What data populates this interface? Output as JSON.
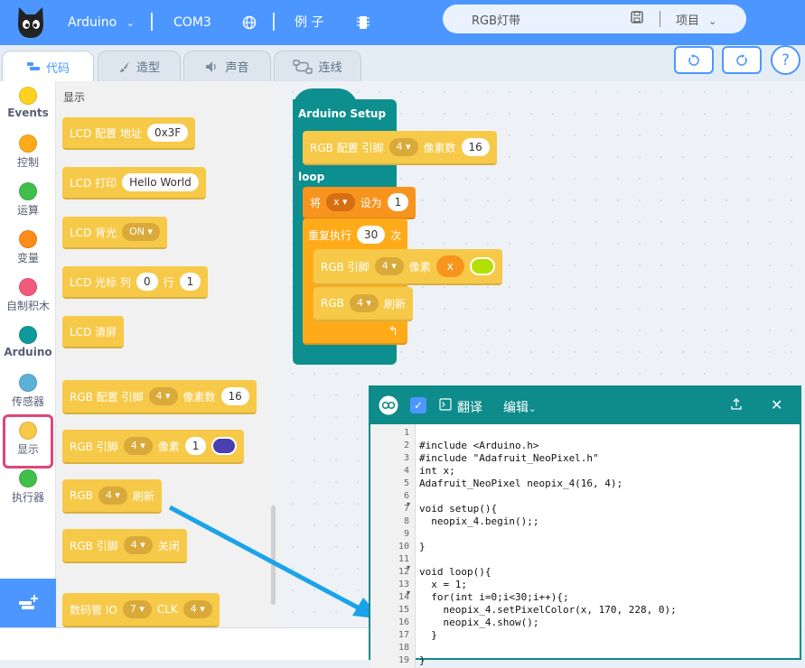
{
  "header": {
    "board": "Arduino",
    "port": "COM3",
    "examples": "例 子",
    "project_name": "RGB灯带",
    "project_menu": "项目"
  },
  "tabs": [
    {
      "label": "代码",
      "icon": "code-icon"
    },
    {
      "label": "造型",
      "icon": "brush-icon"
    },
    {
      "label": "声音",
      "icon": "speaker-icon"
    },
    {
      "label": "连线",
      "icon": "wiring-icon"
    }
  ],
  "toolbar": {
    "undo": "↶",
    "redo": "↷",
    "help": "?"
  },
  "categories": [
    {
      "label": "Events",
      "color": "#ffd21f"
    },
    {
      "label": "控制",
      "color": "#ffab19"
    },
    {
      "label": "运算",
      "color": "#40bf4a"
    },
    {
      "label": "变量",
      "color": "#ff8c1a"
    },
    {
      "label": "自制积木",
      "color": "#f25b7d"
    },
    {
      "label": "Arduino",
      "color": "#0e9a9a"
    },
    {
      "label": "传感器",
      "color": "#5cb1d6"
    },
    {
      "label": "显示",
      "color": "#f7c948"
    },
    {
      "label": "执行器",
      "color": "#40bf4a"
    }
  ],
  "flyout": {
    "heading": "显示",
    "lcd_init": {
      "label": "LCD 配置 地址",
      "value": "0x3F"
    },
    "lcd_print": {
      "label": "LCD 打印",
      "value": "Hello World"
    },
    "lcd_backlight": {
      "label": "LCD 背光",
      "value": "ON"
    },
    "lcd_cursor": {
      "label": "LCD 光标 列",
      "col": "0",
      "row_label": "行",
      "row": "1"
    },
    "lcd_clear": {
      "label": "LCD 清屏"
    },
    "rgb_init": {
      "label": "RGB 配置 引脚",
      "pin": "4",
      "count_label": "像素数",
      "count": "16"
    },
    "rgb_pixel": {
      "label": "RGB 引脚",
      "pin": "4",
      "pixel_label": "像素",
      "index": "1",
      "color": "#4a3fb0"
    },
    "rgb_show": {
      "label": "RGB",
      "pin": "4",
      "action": "刷新"
    },
    "rgb_off": {
      "label": "RGB 引脚",
      "pin": "4",
      "action": "关闭"
    },
    "tm1637": {
      "label": "数码管 IO",
      "io": "7",
      "clk_label": "CLK",
      "clk": "4"
    }
  },
  "workspace": {
    "setup_label": "Arduino Setup",
    "loop_label": "loop",
    "rgb_init": {
      "label": "RGB 配置 引脚",
      "pin": "4",
      "count_label": "像素数",
      "count": "16"
    },
    "set_var": {
      "label": "将",
      "var": "x",
      "to_label": "设为",
      "value": "1"
    },
    "repeat": {
      "label": "重复执行",
      "times": "30",
      "unit": "次"
    },
    "rgb_pixel": {
      "label": "RGB 引脚",
      "pin": "4",
      "pixel_label": "像素",
      "index": "x",
      "color": "#b2e000"
    },
    "rgb_show": {
      "label": "RGB",
      "pin": "4",
      "action": "刷新"
    }
  },
  "code_panel": {
    "translate": "翻译",
    "edit": "编辑",
    "line_numbers": [
      "1",
      "2",
      "3",
      "4",
      "5",
      "6",
      "7",
      "8",
      "9",
      "10",
      "11",
      "12",
      "13",
      "14",
      "15",
      "16",
      "17",
      "18",
      "19"
    ],
    "lines": [
      "",
      "#include <Arduino.h>",
      "#include \"Adafruit_NeoPixel.h\"",
      "int x;",
      "Adafruit_NeoPixel neopix_4(16, 4);",
      "",
      "void setup(){",
      "  neopix_4.begin();;",
      "",
      "}",
      "",
      "void loop(){",
      "  x = 1;",
      "  for(int i=0;i<30;i++){;",
      "    neopix_4.setPixelColor(x, 170, 228, 0);",
      "    neopix_4.show();",
      "  }",
      "",
      "}"
    ]
  },
  "colors": {
    "primary": "#4c97ff",
    "teal": "#0e8b8b",
    "highlight": "#e0457b",
    "arrow": "#1aa3e8",
    "looks": "#f7c948",
    "variable": "#f7941d"
  }
}
